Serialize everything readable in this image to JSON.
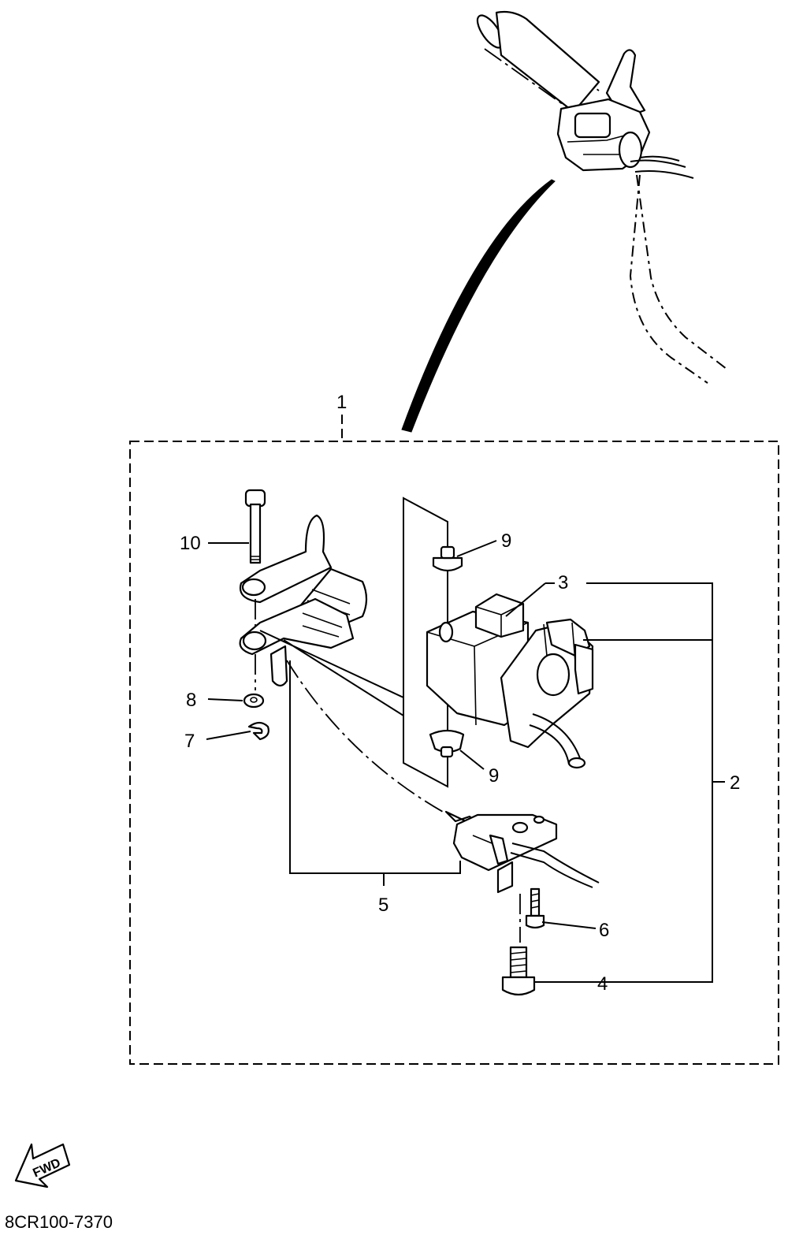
{
  "diagram": {
    "callouts": {
      "c1": "1",
      "c2": "2",
      "c3": "3",
      "c4": "4",
      "c5": "5",
      "c6": "6",
      "c7": "7",
      "c8": "8",
      "c9a": "9",
      "c9b": "9",
      "c10": "10"
    },
    "fwd_label": "FWD",
    "drawing_code": "8CR100-7370"
  }
}
